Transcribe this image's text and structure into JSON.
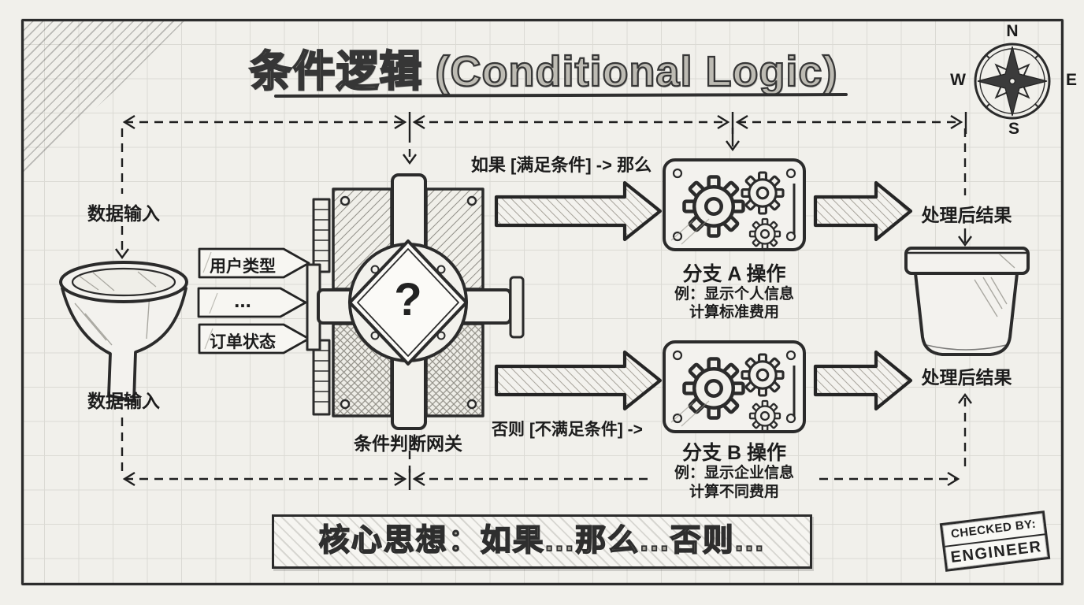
{
  "title": {
    "text": "条件逻辑 (Conditional Logic)"
  },
  "compass": {
    "north": "N",
    "east": "E",
    "south": "S",
    "west": "W"
  },
  "data_input": {
    "top_label": "数据输入",
    "bottom_label": "数据输入"
  },
  "input_tags": [
    {
      "label": "用户类型"
    },
    {
      "label": "..."
    },
    {
      "label": "订单状态"
    }
  ],
  "gateway": {
    "question_mark": "?",
    "label": "条件判断网关"
  },
  "branch_a": {
    "condition_label": "如果 [满足条件] -> 那么",
    "name": "分支 A 操作",
    "example_line1": "例：显示个人信息",
    "example_line2": "计算标准费用"
  },
  "branch_b": {
    "condition_label": "否则 [不满足条件] ->",
    "name": "分支 B 操作",
    "example_line1": "例：显示企业信息",
    "example_line2": "计算不同费用"
  },
  "results": {
    "top_label": "处理后结果",
    "bottom_label": "处理后结果"
  },
  "summary_banner": {
    "text": "核心思想：如果...那么...否则..."
  },
  "stamp": {
    "line1": "CHECKED BY:",
    "line2": "ENGINEER"
  },
  "colors": {
    "ink": "#2b2b2b",
    "paper": "#f1f0eb",
    "grid_line": "#dbdad4"
  }
}
